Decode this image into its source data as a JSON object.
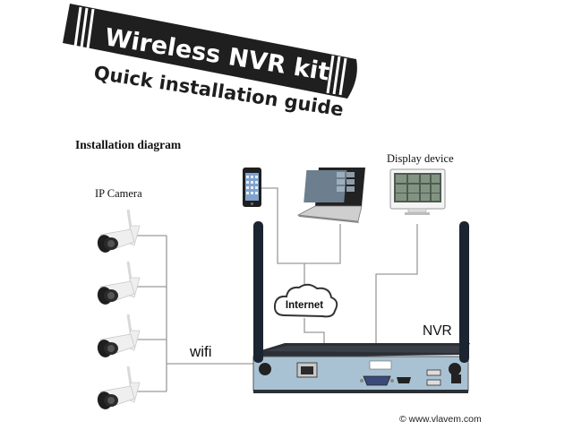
{
  "banner": {
    "title": "Wireless NVR kit",
    "subtitle": "Quick installation guide"
  },
  "diagram": {
    "heading": "Installation diagram",
    "camera_label": "IP Camera",
    "display_label": "Display device",
    "internet_label": "Internet",
    "wifi_label": "wifi",
    "nvr_label": "NVR"
  },
  "watermark": "© www.vlavem.com",
  "colors": {
    "banner_bg": "#1e1e1e",
    "line": "#9a9a9a",
    "nvr_panel": "#a9c2d3",
    "antenna": "#1b2431"
  }
}
